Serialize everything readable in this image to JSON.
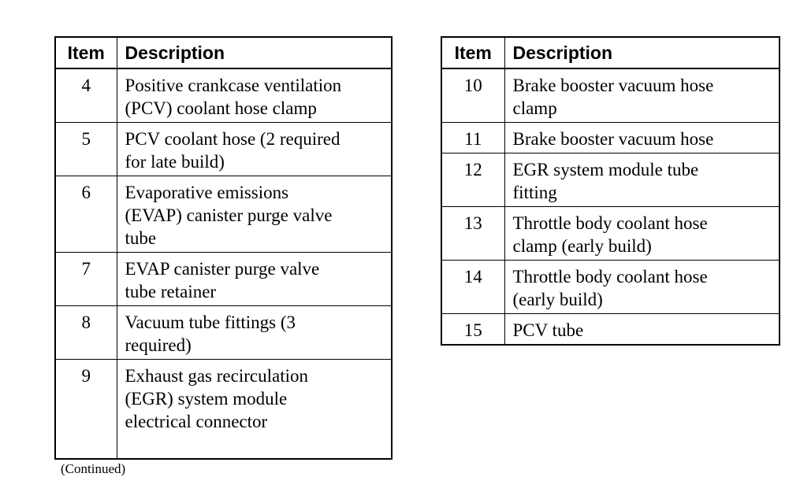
{
  "left_table": {
    "header_item": "Item",
    "header_description": "Description",
    "rows": [
      {
        "item": "4",
        "description": "Positive crankcase ventilation\n(PCV) coolant hose clamp"
      },
      {
        "item": "5",
        "description": "PCV coolant hose (2 required\nfor late build)"
      },
      {
        "item": "6",
        "description": "Evaporative emissions\n(EVAP) canister purge valve\ntube"
      },
      {
        "item": "7",
        "description": "EVAP canister purge valve\ntube retainer"
      },
      {
        "item": "8",
        "description": "Vacuum tube fittings (3\nrequired)"
      },
      {
        "item": "9",
        "description": "Exhaust gas recirculation\n(EGR) system module\nelectrical connector"
      }
    ]
  },
  "right_table": {
    "header_item": "Item",
    "header_description": "Description",
    "rows": [
      {
        "item": "10",
        "description": "Brake booster vacuum hose\nclamp"
      },
      {
        "item": "11",
        "description": "Brake booster vacuum hose"
      },
      {
        "item": "12",
        "description": "EGR system module tube\nfitting"
      },
      {
        "item": "13",
        "description": "Throttle body coolant hose\nclamp (early build)"
      },
      {
        "item": "14",
        "description": "Throttle body coolant hose\n(early build)"
      },
      {
        "item": "15",
        "description": "PCV tube"
      }
    ]
  },
  "footer": {
    "continued": "(Continued)"
  }
}
